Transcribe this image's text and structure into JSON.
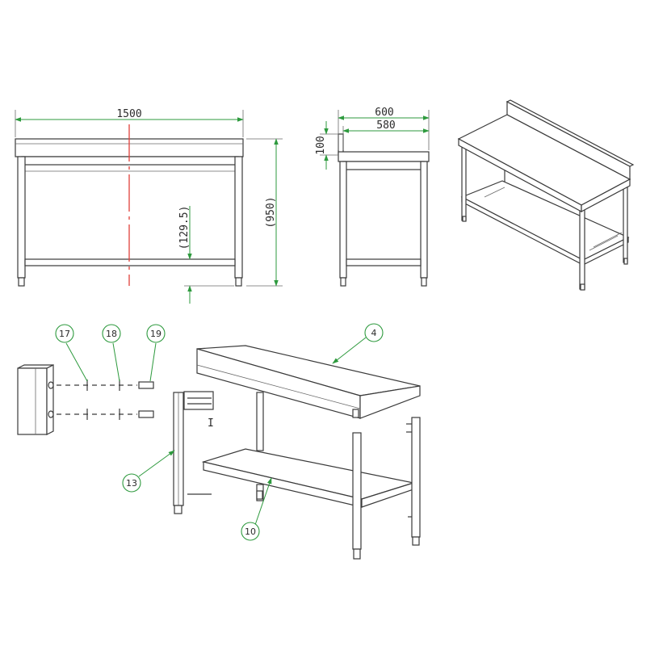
{
  "dimensions": {
    "front_width": "1500",
    "front_height": "(950)",
    "shelf_height": "(129.5)",
    "side_depth": "600",
    "side_inner_depth": "580",
    "upstand_height": "100"
  },
  "callouts": [
    {
      "id": "17",
      "label": "17"
    },
    {
      "id": "18",
      "label": "18"
    },
    {
      "id": "19",
      "label": "19"
    },
    {
      "id": "4",
      "label": "4"
    },
    {
      "id": "13",
      "label": "13"
    },
    {
      "id": "10",
      "label": "10"
    }
  ],
  "marker_label": "I",
  "colors": {
    "dimension": "#2e9a3e",
    "centerline": "#e0403a",
    "outline": "#3a3a3a"
  }
}
